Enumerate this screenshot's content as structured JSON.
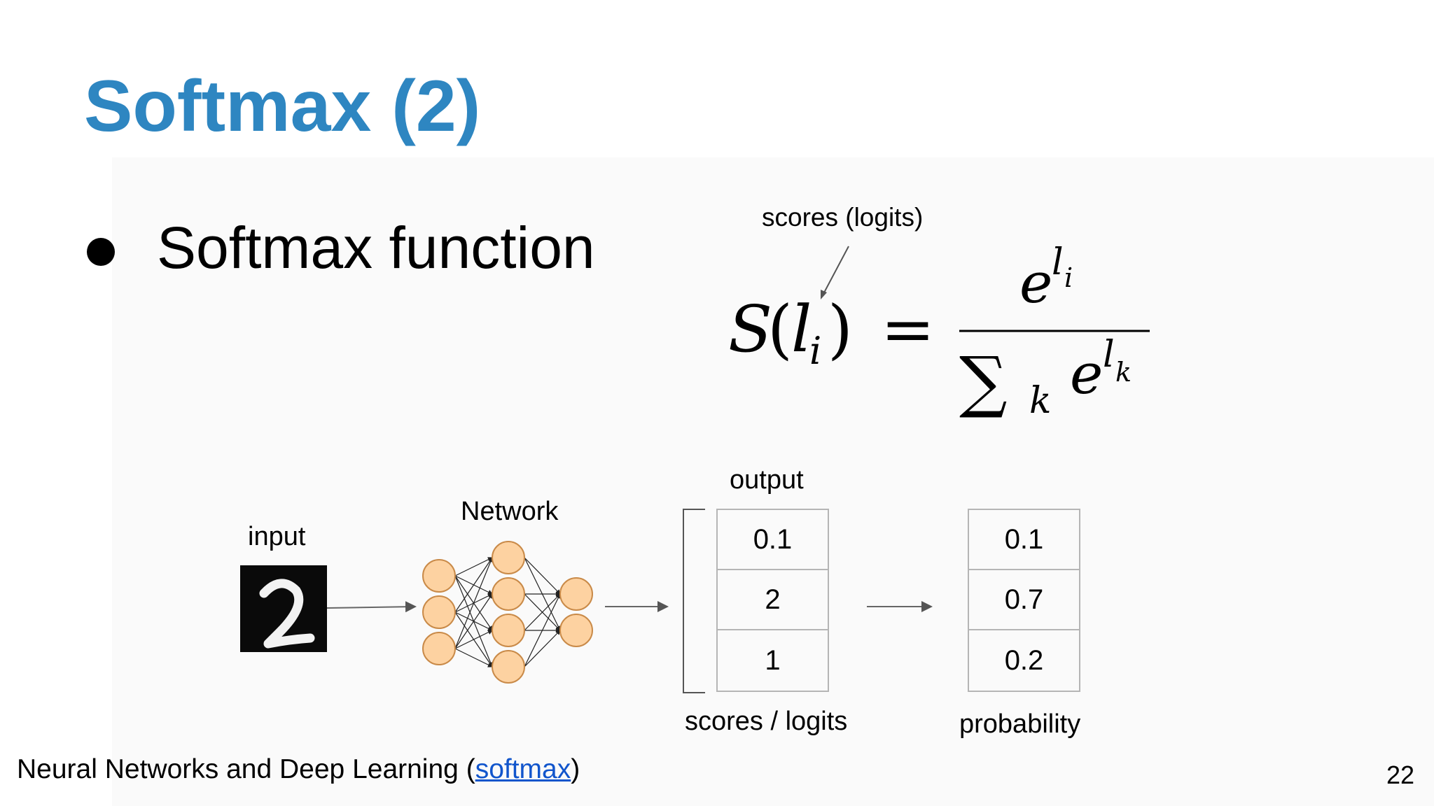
{
  "title": "Softmax (2)",
  "bullet": "Softmax function",
  "formula": {
    "annotation": "scores (logits)"
  },
  "diagram": {
    "input_label": "input",
    "input_digit": "2",
    "network_label": "Network",
    "output_label": "output",
    "scores": [
      "0.1",
      "2",
      "1"
    ],
    "scores_label": "scores / logits",
    "probabilities": [
      "0.1",
      "0.7",
      "0.2"
    ],
    "probability_label": "probability",
    "neuron_color": "#fdd2a1"
  },
  "footer": {
    "text_before": "Neural Networks and Deep Learning (",
    "link": "softmax",
    "text_after": ")"
  },
  "page_number": "22"
}
